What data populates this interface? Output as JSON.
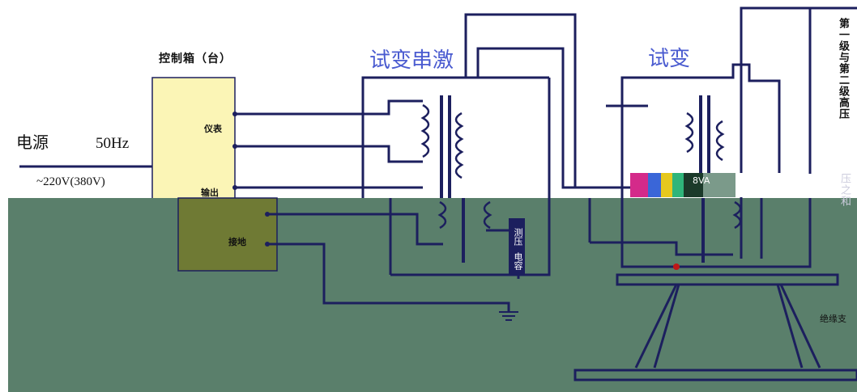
{
  "diagram": {
    "control_box_title": "控制箱（台）",
    "series_exciter_title": "试变串激",
    "test_transformer_title": "试变",
    "power_label": "电源",
    "frequency_label": "50Hz",
    "voltage_label": "~220V(380V)",
    "terminals": {
      "meter": "仪表",
      "output": "输出",
      "ground": "接地"
    },
    "right_vertical_text": "第一级与第二级高压",
    "right_vertical_text_lower": "压之和",
    "cap_label": "测压",
    "cap_label_lower": "电容",
    "support_label": "绝缘支",
    "glitch_text": "8VA"
  },
  "colors": {
    "wire": "#1c1f5e",
    "control_box": "#fbf5b6",
    "control_box_dark": "#6f7a34",
    "title_blue": "#4a5bd0",
    "glitch_band": "#5a7f6b",
    "background": "#ffffff"
  }
}
